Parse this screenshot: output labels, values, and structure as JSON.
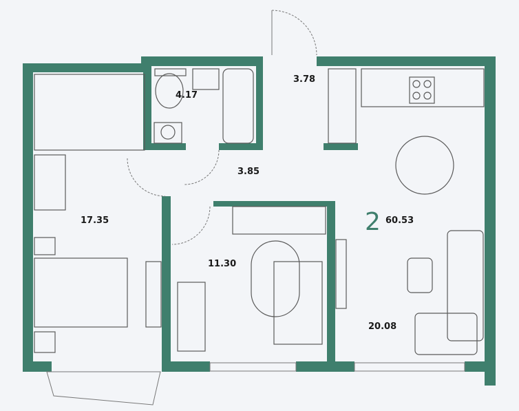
{
  "colors": {
    "wall": "#3f7f6d",
    "background": "#f3f5f8",
    "furniture": "#5a5a5a"
  },
  "rooms_count": "2",
  "total_area": "60.53",
  "areas": {
    "bathroom": "4.17",
    "entrance": "3.78",
    "hallway": "3.85",
    "bedroom_large": "17.35",
    "bedroom_small": "11.30",
    "kitchen_living": "20.08"
  }
}
